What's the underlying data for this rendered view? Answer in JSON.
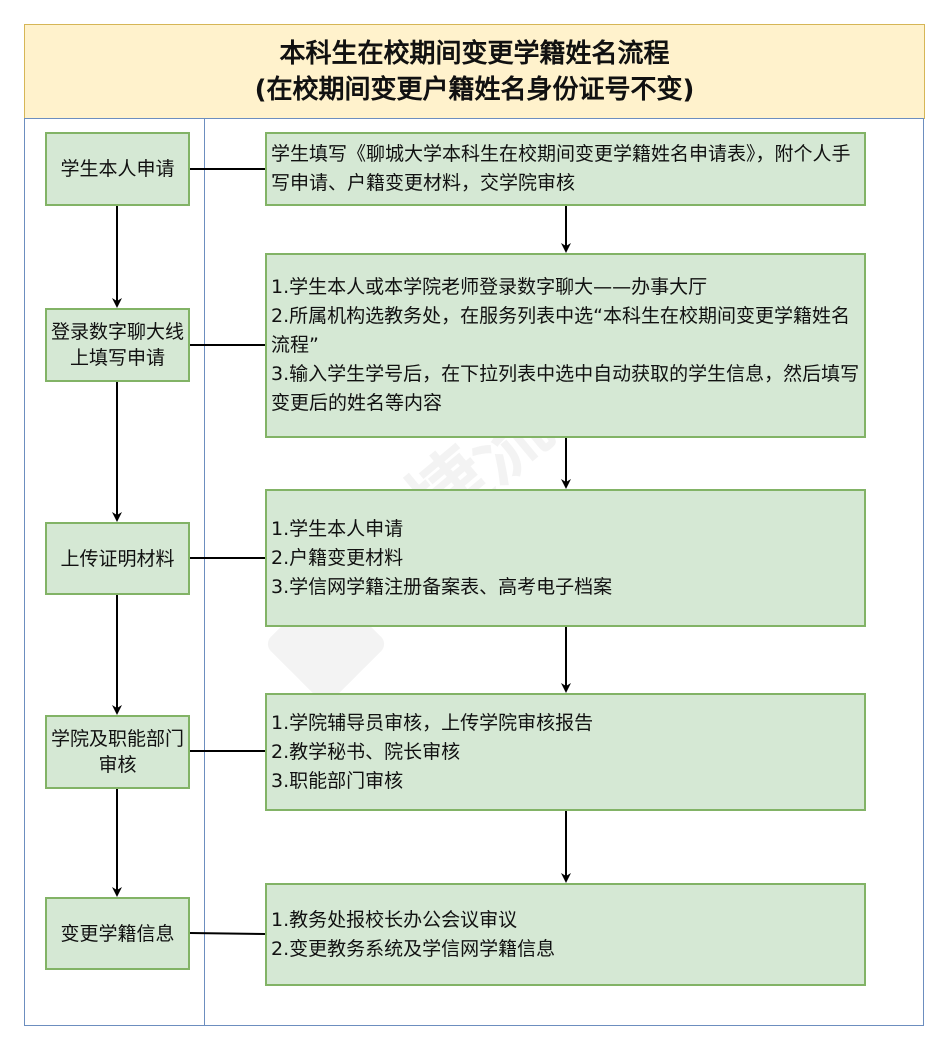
{
  "header": {
    "title_line1": "本科生在校期间变更学籍姓名流程",
    "title_line2": "(在校期间变更户籍姓名身份证号不变)"
  },
  "steps": [
    {
      "label": "学生本人申请",
      "details": [
        "学生填写《聊城大学本科生在校期间变更学籍姓名申请表》，附个人手写申请、户籍变更材料，交学院审核"
      ]
    },
    {
      "label": "登录数字聊大线上填写申请",
      "details": [
        "1.学生本人或本学院老师登录数字聊大——办事大厅",
        "2.所属机构选教务处，在服务列表中选“本科生在校期间变更学籍姓名流程”",
        "3.输入学生学号后，在下拉列表中选中自动获取的学生信息，然后填写变更后的姓名等内容"
      ]
    },
    {
      "label": "上传证明材料",
      "details": [
        "1.学生本人申请",
        "2.户籍变更材料",
        "3.学信网学籍注册备案表、高考电子档案"
      ]
    },
    {
      "label": "学院及职能部门审核",
      "details": [
        "1.学院辅导员审核，上传学院审核报告",
        "2.教学秘书、院长审核",
        "3.职能部门审核"
      ]
    },
    {
      "label": "变更学籍信息",
      "details": [
        "1.教务处报校长办公会议审议",
        "2.变更教务系统及学信网学籍信息"
      ]
    }
  ],
  "watermark": "迅捷流程图",
  "colors": {
    "header_fill": "#fff2cc",
    "header_border": "#d6b656",
    "box_fill": "#d5e8d4",
    "box_border": "#82b366",
    "frame_border": "#6c8ebf"
  }
}
